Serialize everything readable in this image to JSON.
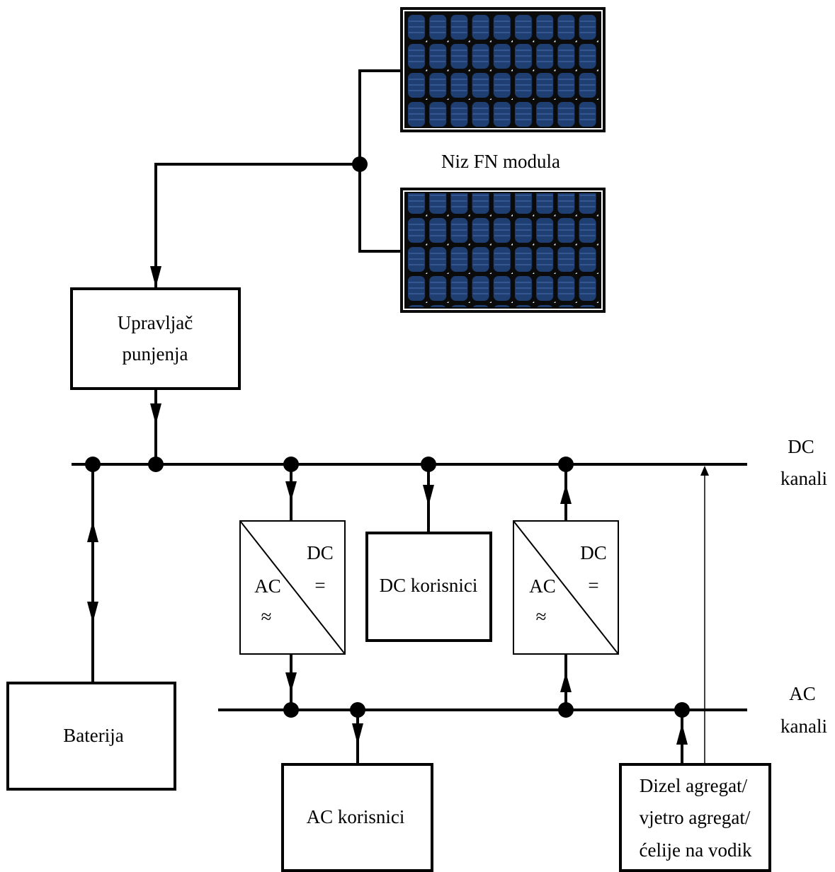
{
  "labels": {
    "pv_array": "Niz FN modula",
    "charge_controller_line1": "Upravljač",
    "charge_controller_line2": "punjenja",
    "dc_bus_line1": "DC",
    "dc_bus_line2": "kanali",
    "ac_bus_line1": "AC",
    "ac_bus_line2": "kanali",
    "battery": "Baterija",
    "dc_loads": "DC korisnici",
    "ac_loads": "AC korisnici",
    "generator_line1": "Dizel agregat/",
    "generator_line2": "vjetro agregat/",
    "generator_line3": "ćelije na vodik",
    "inverter1_dc": "DC",
    "inverter1_eq": "=",
    "inverter1_ac": "AC",
    "inverter1_approx": "≈",
    "inverter2_dc": "DC",
    "inverter2_eq": "=",
    "inverter2_ac": "AC",
    "inverter2_approx": "≈"
  },
  "colors": {
    "line": "#000000",
    "panel_frame": "#0b0b0b",
    "panel_cell": "#1f3e72",
    "panel_cell_stripe": "#3b5f9c",
    "background": "#ffffff"
  },
  "icons": {
    "pv_module": "solar-panel-icon",
    "junction": "junction-dot",
    "flow_direction": "arrowhead-icon"
  }
}
